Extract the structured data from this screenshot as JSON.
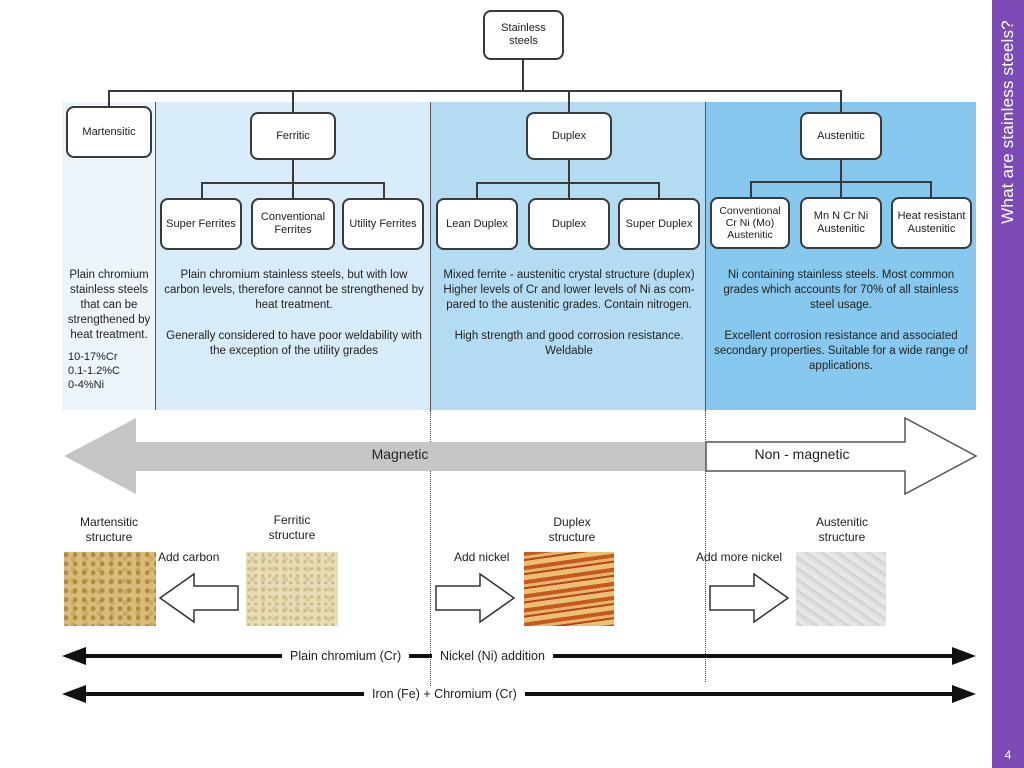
{
  "sidebar": {
    "title": "What are stainless steels?",
    "page_number": "4"
  },
  "root": {
    "label": "Stainless steels"
  },
  "families": {
    "martensitic": {
      "label": "Martensitic",
      "description": "Plain chromium stainless steels that can be strengthened by heat treatment.",
      "composition": [
        "10-17%Cr",
        "0.1-1.2%C",
        "0-4%Ni"
      ]
    },
    "ferritic": {
      "label": "Ferritic",
      "subtypes": [
        "Super Ferrites",
        "Conventional Ferrites",
        "Utility Ferrites"
      ],
      "description": "Plain chromium stainless steels, but with low carbon levels, therefore cannot be strengthened by heat treatment.",
      "note": "Generally considered to have poor weldability with the exception of the utility grades"
    },
    "duplex": {
      "label": "Duplex",
      "subtypes": [
        "Lean Duplex",
        "Duplex",
        "Super Duplex"
      ],
      "description": "Mixed ferrite - austenitic crystal structure (duplex) Higher levels of Cr and lower levels of Ni as com-pared to the austenitic grades. Contain nitrogen.",
      "note": "High strength and good corrosion resistance. Weldable"
    },
    "austenitic": {
      "label": "Austenitic",
      "subtypes": [
        "Conventional Cr Ni (Mo) Austenitic",
        "Mn N Cr Ni Austenitic",
        "Heat resistant Austenitic"
      ],
      "description": "Ni containing stainless steels. Most common grades which accounts for 70% of all stainless steel usage.",
      "note": "Excellent corrosion resistance and associated secondary properties. Suitable for a wide range of applications."
    }
  },
  "magnetism": {
    "magnetic": "Magnetic",
    "non_magnetic": "Non - magnetic"
  },
  "structures": {
    "martensitic": "Martensitic structure",
    "ferritic": "Ferritic structure",
    "duplex": "Duplex structure",
    "austenitic": "Austenitic structure"
  },
  "transitions": {
    "add_carbon": "Add carbon",
    "add_nickel": "Add nickel",
    "add_more_nickel": "Add more nickel"
  },
  "bottom_arrows": {
    "plain_chromium": "Plain chromium (Cr)",
    "nickel_addition": "Nickel (Ni) addition",
    "iron_chromium": "Iron (Fe) + Chromium (Cr)"
  },
  "colors": {
    "sidebar": "#7d4bb5",
    "panel_martensitic": "#edf5fb",
    "panel_ferritic": "#d7ebf8",
    "panel_duplex": "#b3dcf2",
    "panel_austenitic": "#86c8ee",
    "magnetic_arrow": "#c6c6c6"
  }
}
